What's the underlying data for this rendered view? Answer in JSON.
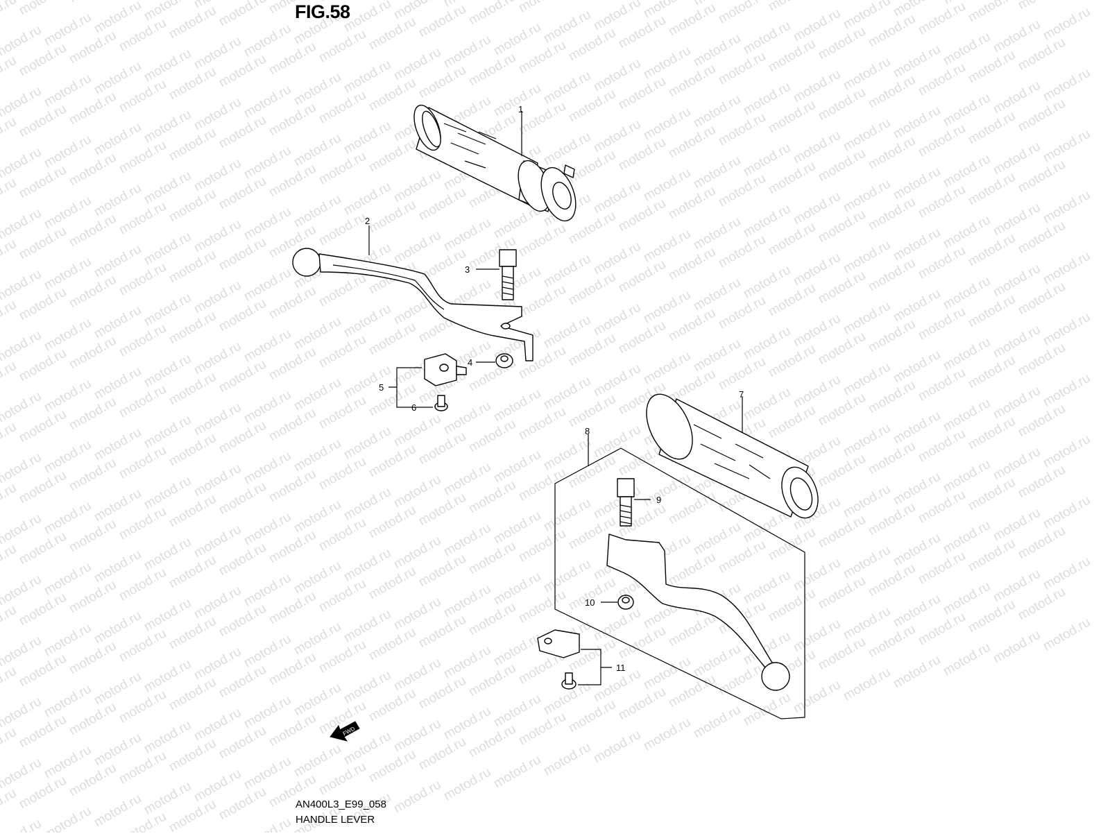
{
  "figure": {
    "title": "FIG.58",
    "code": "AN400L3_E99_058",
    "name": "HANDLE LEVER"
  },
  "watermark": {
    "text": "motod.ru",
    "color": "#dcdcdc"
  },
  "fwd_label": "FWD",
  "callouts": [
    {
      "id": "1",
      "text": "1"
    },
    {
      "id": "2",
      "text": "2"
    },
    {
      "id": "3",
      "text": "3"
    },
    {
      "id": "4",
      "text": "4"
    },
    {
      "id": "5",
      "text": "5"
    },
    {
      "id": "6",
      "text": "6"
    },
    {
      "id": "7",
      "text": "7"
    },
    {
      "id": "8",
      "text": "8"
    },
    {
      "id": "9",
      "text": "9"
    },
    {
      "id": "10",
      "text": "10"
    },
    {
      "id": "11",
      "text": "11"
    }
  ]
}
